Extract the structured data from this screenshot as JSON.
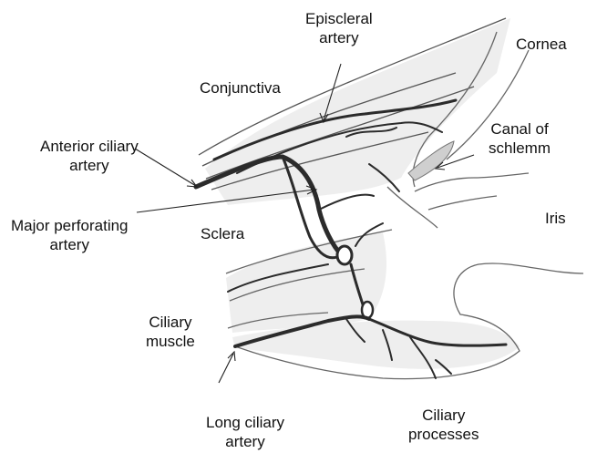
{
  "labels": {
    "episcleral_artery": [
      "Episcleral",
      "artery"
    ],
    "cornea": "Cornea",
    "conjunctiva": "Conjunctiva",
    "anterior_ciliary_artery": [
      "Anterior ciliary",
      "artery"
    ],
    "canal_of_schlemm": [
      "Canal of",
      "schlemm"
    ],
    "major_perforating_artery": [
      "Major perforating",
      "artery"
    ],
    "sclera": "Sclera",
    "iris": "Iris",
    "ciliary_muscle": [
      "Ciliary",
      "muscle"
    ],
    "long_ciliary_artery": [
      "Long ciliary",
      "artery"
    ],
    "ciliary_processes": [
      "Ciliary",
      "processes"
    ]
  },
  "colors": {
    "vessel": "#2b2b2b",
    "tissue_shade": "#e6e6e6",
    "tissue_line": "#555555",
    "text": "#111111",
    "background": "#ffffff"
  }
}
